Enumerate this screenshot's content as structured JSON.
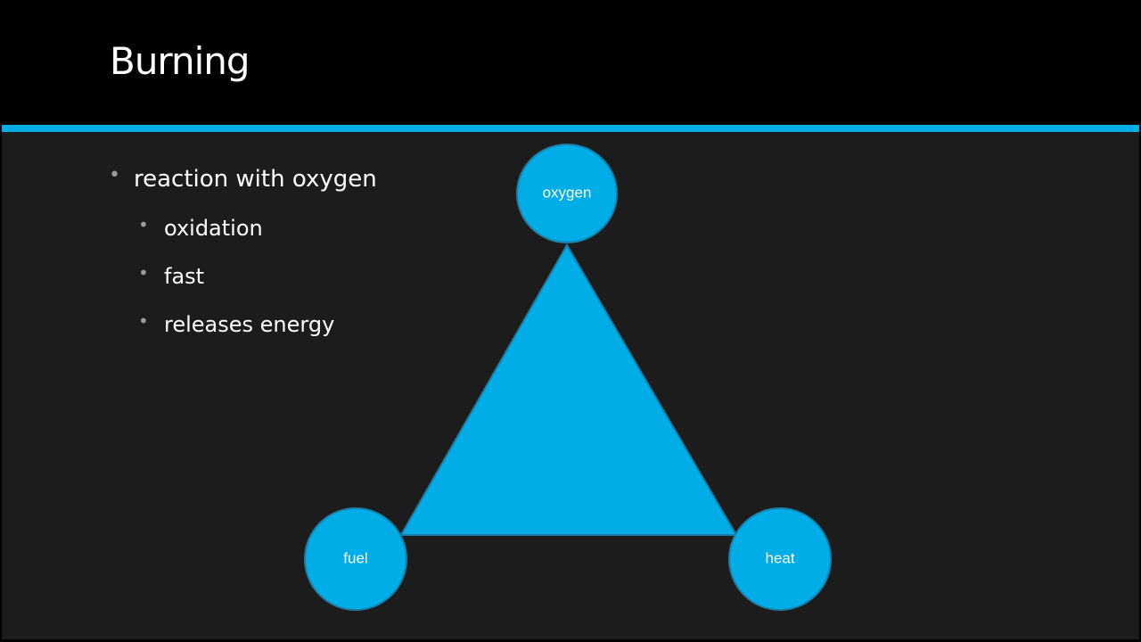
{
  "slide": {
    "title": "Burning",
    "bullets": [
      {
        "text": "reaction with oxygen",
        "level": 1
      },
      {
        "text": "oxidation",
        "level": 2
      },
      {
        "text": "fast",
        "level": 2
      },
      {
        "text": "releases energy",
        "level": 2
      }
    ],
    "bullet_glyph": "•"
  },
  "diagram": {
    "nodes": {
      "top": "oxygen",
      "left": "fuel",
      "right": "heat"
    },
    "fill_color": "#00ade6",
    "stroke_color": "#1a7fa8"
  }
}
